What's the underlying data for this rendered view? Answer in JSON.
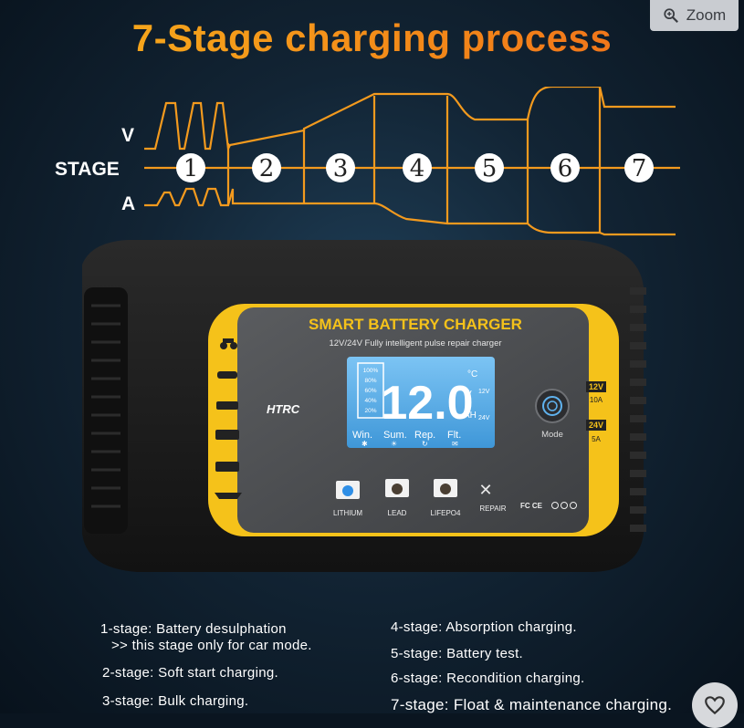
{
  "title": "7-Stage charging process",
  "zoom_label": "Zoom",
  "diagram": {
    "v_label": "V",
    "stage_label": "STAGE",
    "a_label": "A",
    "stages": [
      "1",
      "2",
      "3",
      "4",
      "5",
      "6",
      "7"
    ]
  },
  "device": {
    "header": "SMART BATTERY CHARGER",
    "subheader": "12V/24V Fully intelligent pulse repair charger",
    "brand": "HTRC",
    "display_value": "12.0",
    "unit_c": "°C",
    "unit_v": "V",
    "unit_ah": "AH",
    "v12": "12V",
    "v24": "24V",
    "percents": [
      "100%",
      "80%",
      "60%",
      "40%",
      "20%"
    ],
    "modes": [
      "Win.",
      "Sum.",
      "Rep.",
      "Flt."
    ],
    "mode_label": "Mode",
    "voltage_12": "12V",
    "amp_10": "10A",
    "voltage_24": "24V",
    "amp_5": "5A",
    "battery_types": [
      "LITHIUM",
      "LEAD",
      "LIFEPO4",
      "REPAIR"
    ],
    "cert_marks": "FC CE"
  },
  "notes": [
    "1-stage: Battery desulphation",
    ">> this stage only for car mode.",
    "2-stage: Soft start charging.",
    "3-stage: Bulk charging.",
    "4-stage: Absorption charging.",
    "5-stage: Battery test.",
    "6-stage: Recondition charging.",
    "7-stage: Float & maintenance charging."
  ],
  "colors": {
    "orange": "#f39a1e",
    "yellow": "#f5c21a",
    "lcd": "#5fb2ee",
    "body": "#1b1b1b"
  }
}
